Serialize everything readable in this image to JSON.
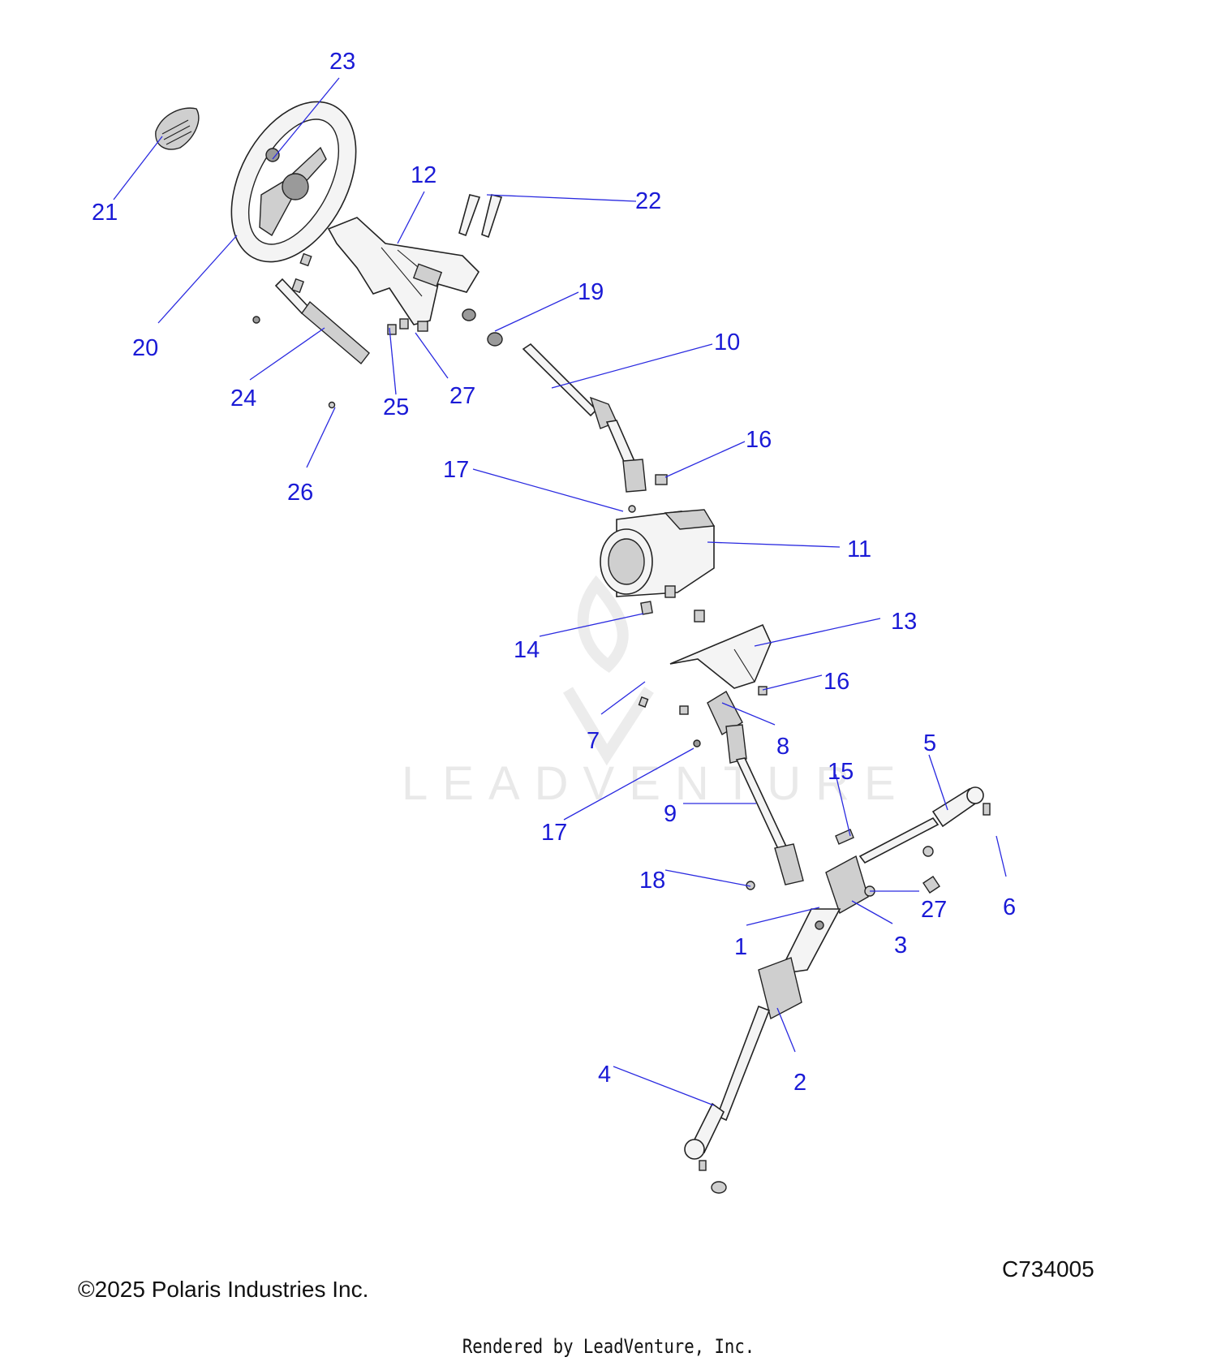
{
  "diagram": {
    "callouts": [
      {
        "id": "c23",
        "label": "23"
      },
      {
        "id": "c21",
        "label": "21"
      },
      {
        "id": "c12",
        "label": "12"
      },
      {
        "id": "c22",
        "label": "22"
      },
      {
        "id": "c19",
        "label": "19"
      },
      {
        "id": "c10",
        "label": "10"
      },
      {
        "id": "c20",
        "label": "20"
      },
      {
        "id": "c24",
        "label": "24"
      },
      {
        "id": "c25",
        "label": "25"
      },
      {
        "id": "c27a",
        "label": "27"
      },
      {
        "id": "c16a",
        "label": "16"
      },
      {
        "id": "c17a",
        "label": "17"
      },
      {
        "id": "c26",
        "label": "26"
      },
      {
        "id": "c11",
        "label": "11"
      },
      {
        "id": "c14",
        "label": "14"
      },
      {
        "id": "c13",
        "label": "13"
      },
      {
        "id": "c16b",
        "label": "16"
      },
      {
        "id": "c7",
        "label": "7"
      },
      {
        "id": "c8",
        "label": "8"
      },
      {
        "id": "c5",
        "label": "5"
      },
      {
        "id": "c15",
        "label": "15"
      },
      {
        "id": "c17b",
        "label": "17"
      },
      {
        "id": "c9",
        "label": "9"
      },
      {
        "id": "c18",
        "label": "18"
      },
      {
        "id": "c27b",
        "label": "27"
      },
      {
        "id": "c6",
        "label": "6"
      },
      {
        "id": "c1",
        "label": "1"
      },
      {
        "id": "c3",
        "label": "3"
      },
      {
        "id": "c2",
        "label": "2"
      },
      {
        "id": "c4",
        "label": "4"
      }
    ],
    "watermark": "LEADVENTURE",
    "line_color": "#2a2ae0",
    "label_color": "#1a1ad6"
  },
  "footer": {
    "copyright": "©2025 Polaris Industries Inc.",
    "diagram_code": "C734005",
    "rendered_by": "Rendered by LeadVenture, Inc."
  }
}
